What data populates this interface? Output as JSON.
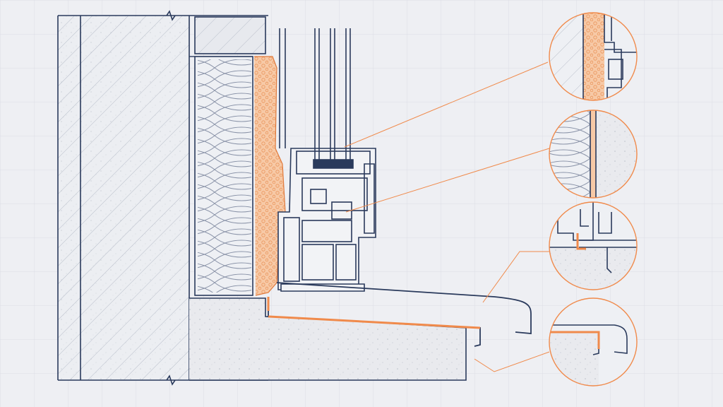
{
  "diagram": {
    "subject": "window-sill-installation-section",
    "callout_count": 4,
    "colors": {
      "background": "#eeeff3",
      "grid": "#dcdee6",
      "outline": "#2a3a5c",
      "accent": "#f08a4b",
      "foam": "#f7c9a6",
      "concrete": "#e9eaee",
      "wall_fill": "#eceef2"
    },
    "components": [
      "masonry-wall",
      "mineral-wool-insulation",
      "lintel-block",
      "expanding-foam-seal",
      "pvc-window-frame",
      "triple-glazing",
      "window-sill-flashing",
      "concrete-sill"
    ],
    "callouts": [
      "glazing-seal-detail",
      "insulation-render-detail",
      "frame-drip-detail",
      "sill-end-detail"
    ]
  }
}
